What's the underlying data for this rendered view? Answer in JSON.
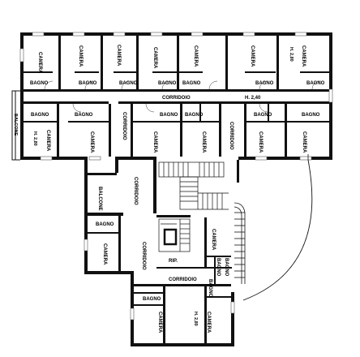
{
  "plan": {
    "labels": {
      "camera": "CAMERA",
      "bagno": "BAGNO",
      "corridoio": "CORRIDOIO",
      "balcone": "BALCONE",
      "rip": "RIP.",
      "h240": "H. 2,40",
      "h280": "H. 2,80"
    }
  }
}
